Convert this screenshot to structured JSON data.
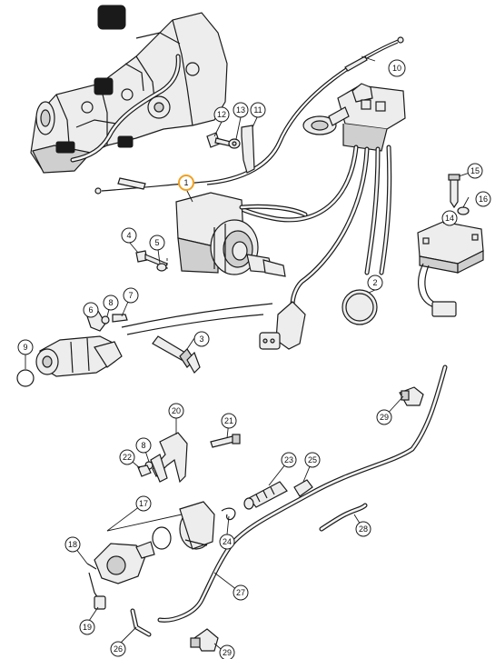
{
  "callouts": {
    "c1": "1",
    "c2": "2",
    "c3": "3",
    "c4": "4",
    "c5": "5",
    "c6": "6",
    "c7": "7",
    "c8a": "8",
    "c8b": "8",
    "c9": "9",
    "c10": "10",
    "c11": "11",
    "c12": "12",
    "c13": "13",
    "c14": "14",
    "c15": "15",
    "c16": "16",
    "c17": "17",
    "c18": "18",
    "c19": "19",
    "c20": "20",
    "c21": "21",
    "c22": "22",
    "c23": "23",
    "c24": "24",
    "c25": "25",
    "c26": "26",
    "c27": "27",
    "c28": "28",
    "c29a": "29",
    "c29b": "29"
  },
  "highlight": {
    "callout": "1",
    "color": "#f0a020"
  },
  "colors": {
    "ink": "#1a1a1a",
    "fill": "#ededed",
    "background": "#ffffff"
  }
}
